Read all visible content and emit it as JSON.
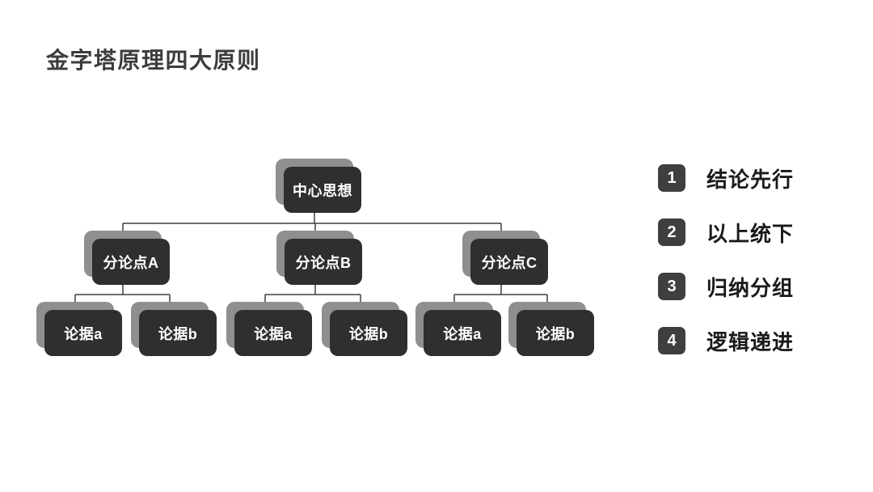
{
  "title": "金字塔原理四大原则",
  "tree": {
    "root": "中心思想",
    "branches": [
      {
        "label": "分论点A",
        "children": [
          "论据a",
          "论据b"
        ]
      },
      {
        "label": "分论点B",
        "children": [
          "论据a",
          "论据b"
        ]
      },
      {
        "label": "分论点C",
        "children": [
          "论据a",
          "论据b"
        ]
      }
    ]
  },
  "principles": [
    {
      "number": "1",
      "label": "结论先行"
    },
    {
      "number": "2",
      "label": "以上统下"
    },
    {
      "number": "3",
      "label": "归纳分组"
    },
    {
      "number": "4",
      "label": "逻辑递进"
    }
  ],
  "colors": {
    "background": "#ffffff",
    "node_fill": "#2f2f2f",
    "node_shadow": "#8f8f8f",
    "node_text": "#ffffff",
    "connector": "#3f3f3f",
    "badge_fill": "#3f3f3f",
    "badge_text": "#ffffff",
    "title_text": "#3c3c3c",
    "principle_text": "#1a1a1a"
  }
}
